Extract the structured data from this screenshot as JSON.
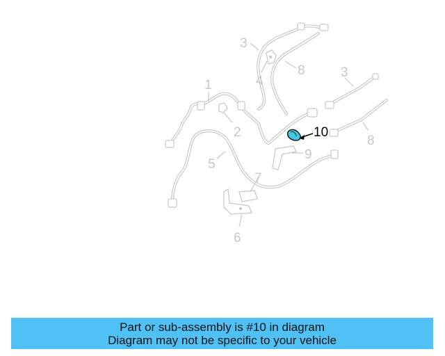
{
  "diagram": {
    "callouts": {
      "c1": "1",
      "c2": "2",
      "c3a": "3",
      "c3b": "3",
      "c4": "4",
      "c5": "5",
      "c6": "6",
      "c7": "7",
      "c8a": "8",
      "c8b": "8",
      "c9": "9",
      "c10": "10"
    },
    "highlighted_part": "10",
    "highlight_color": "#3fc9e6",
    "line_color": "#c9c9c9"
  },
  "banner": {
    "line1": "Part or sub-assembly is #10 in diagram",
    "line2": "Diagram may not be specific to your vehicle",
    "background": "#4fc1f5"
  }
}
